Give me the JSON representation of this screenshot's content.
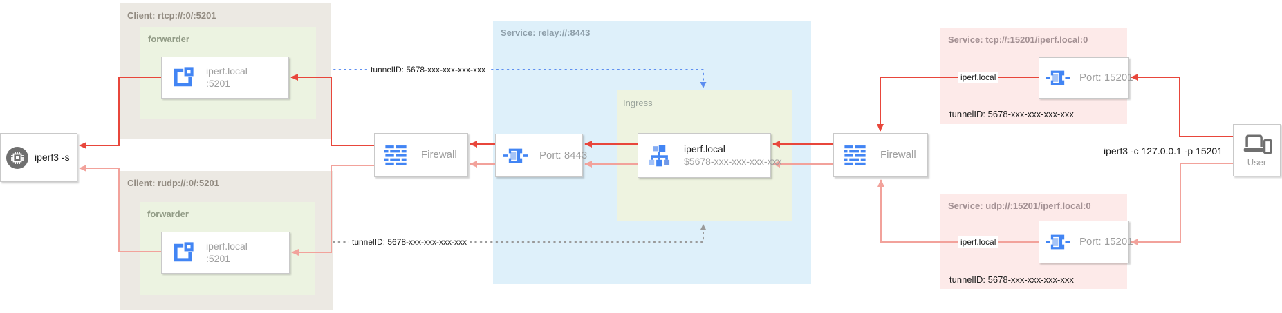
{
  "server": {
    "label": "iperf3 -s"
  },
  "clients": {
    "top": {
      "title": "Client: rtcp://:0/:5201",
      "forwarder": "forwarder",
      "host": "iperf.local",
      "port": ":5201"
    },
    "bottom": {
      "title": "Client: rudp://:0/:5201",
      "forwarder": "forwarder",
      "host": "iperf.local",
      "port": ":5201"
    }
  },
  "tunnels": {
    "top_dotted_label": "tunnelID: 5678-xxx-xxx-xxx-xxx",
    "bottom_dotted_label": "tunnelID: 5678-xxx-xxx-xxx-xxx"
  },
  "relay": {
    "title": "Service: relay://:8443",
    "firewall": "Firewall",
    "port": "Port: 8443",
    "ingress": {
      "title": "Ingress",
      "host": "iperf.local",
      "tunnel_ref": "$5678-xxx-xxx-xxx-xxx"
    }
  },
  "right": {
    "firewall": "Firewall",
    "services": {
      "tcp": {
        "title": "Service: tcp://:15201/iperf.local:0",
        "port": "Port: 15201",
        "line_label": "iperf.local",
        "tunnel_id": "tunnelID: 5678-xxx-xxx-xxx-xxx"
      },
      "udp": {
        "title": "Service: udp://:15201/iperf.local:0",
        "port": "Port: 15201",
        "line_label": "iperf.local",
        "tunnel_id": "tunnelID: 5678-xxx-xxx-xxx-xxx"
      }
    },
    "user": {
      "label": "User",
      "command": "iperf3 -c 127.0.0.1 -p 15201"
    }
  },
  "colors": {
    "wire_red": "#e8463b",
    "wire_pink": "#f2a29b",
    "wire_dotted_blue": "#5b8df0",
    "wire_dotted_gray": "#9a9a9a",
    "icon_blue": "#4285f4",
    "icon_blue_light": "#9cbcf7",
    "client_bg": "#ece9e3",
    "forwarder_bg": "#ecf3e1",
    "relay_bg": "#def0fa",
    "ingress_bg": "#eef3e0",
    "service_bg": "#fdeae9"
  }
}
